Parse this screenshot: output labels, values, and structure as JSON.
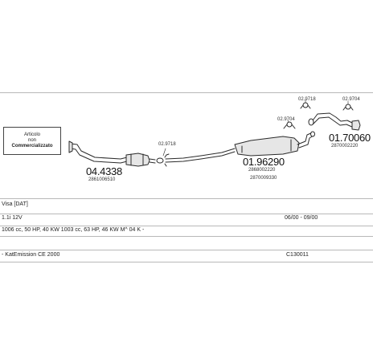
{
  "note_box": {
    "line1": "Articolo",
    "line2": "non",
    "line3": "Commercializzato"
  },
  "parts": [
    {
      "number": "04.4338",
      "code": "2861006510"
    },
    {
      "number": "02.9718",
      "code": ""
    },
    {
      "number": "01.96290",
      "code": "2868002220"
    },
    {
      "number": "",
      "code": "2870009330"
    },
    {
      "number": "02.9704",
      "code": ""
    },
    {
      "number": "02.9718",
      "code": ""
    },
    {
      "number": "02.9704",
      "code": ""
    },
    {
      "number": "01.70060",
      "code": "2870002220"
    }
  ],
  "table": {
    "model": "Visa [DAT]",
    "engine": "1.1i 12V",
    "years": "06/00 - 09/00",
    "specs": "1006 cc, 50 HP, 40 KW 1003 cc, 63 HP, 46 KW M^ 04 K -",
    "emission": "- KatEmission CE 2000",
    "ref": "C130011"
  },
  "colors": {
    "line": "#2a2a2a",
    "fill": "#e6e6e6",
    "rule": "#b8b8b8"
  }
}
